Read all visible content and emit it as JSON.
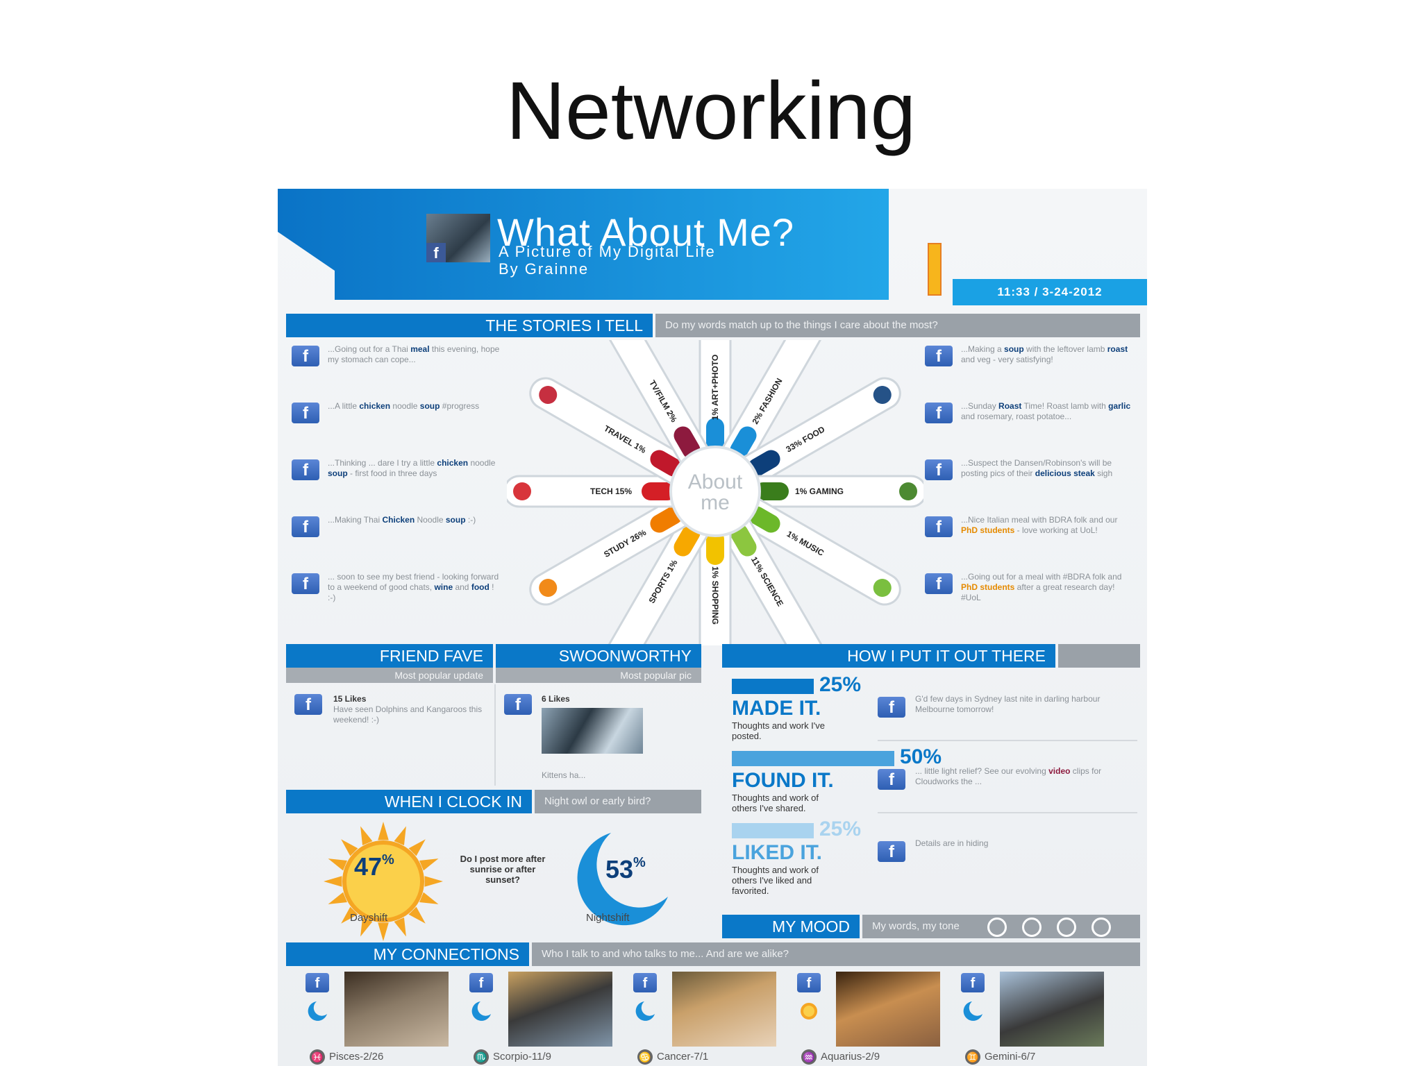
{
  "slide": {
    "title": "Networking"
  },
  "header": {
    "title": "What About Me?",
    "subtitle": "A Picture of My Digital Life",
    "byline": "By Grainne",
    "datetime": "11:33 / 3-24-2012"
  },
  "stories": {
    "heading": "THE STORIES I TELL",
    "question": "Do my words match up to the things I care about the most?",
    "center_line1": "About",
    "center_line2": "me",
    "left": [
      {
        "pre": "...Going out for a Thai ",
        "kw": "meal",
        "post": " this evening, hope my stomach can cope..."
      },
      {
        "pre": "...A little ",
        "kw": "chicken",
        "mid": " noodle ",
        "kw2": "soup",
        "post": " #progress"
      },
      {
        "pre": "...Thinking ... dare I try a little ",
        "kw": "chicken",
        "mid": " noodle ",
        "kw2": "soup",
        "post": " - first food in three days"
      },
      {
        "pre": "...Making Thai ",
        "kw": "Chicken",
        "mid": " Noodle ",
        "kw2": "soup",
        "post": " :-)"
      },
      {
        "pre": "... soon to see my best friend - looking forward to a weekend of good chats, ",
        "kw": "wine",
        "mid": " and ",
        "kw2": "food",
        "post": " ! :-)"
      }
    ],
    "right": [
      {
        "pre": "...Making a ",
        "kw": "soup",
        "mid": " with the leftover lamb ",
        "kw2": "roast",
        "post": " and veg - very satisfying!"
      },
      {
        "pre": "...Sunday ",
        "kw": "Roast",
        "mid": " Time! Roast lamb with ",
        "kw2": "garlic",
        "post": " and rosemary, roast potatoe..."
      },
      {
        "pre": "...Suspect the Dansen/Robinson's will be posting pics of their ",
        "kw": "delicious",
        "mid": " ",
        "kw2": "steak",
        "post": " sigh"
      },
      {
        "pre": "...Nice Italian meal with BDRA folk and our ",
        "kw": "PhD students",
        "post": " - love working at UoL!"
      },
      {
        "pre": "...Going out for a meal with #BDRA folk and ",
        "kw": "PhD students",
        "post": " after a great research day! #UoL"
      }
    ],
    "petals": [
      {
        "label": "1% ART+PHOTO",
        "color": "#1a8fd8",
        "angle": -90,
        "icon": "camera-icon"
      },
      {
        "label": "2% FASHION",
        "color": "#1a8fd8",
        "angle": -60,
        "icon": "hanger-icon"
      },
      {
        "label": "33% FOOD",
        "color": "#0d3f7a",
        "angle": -30,
        "icon": "cart-icon"
      },
      {
        "label": "1% GAMING",
        "color": "#3a7d1c",
        "angle": 0,
        "icon": "invader-icon"
      },
      {
        "label": "1% MUSIC",
        "color": "#6cb82a",
        "angle": 30,
        "icon": "note-icon"
      },
      {
        "label": "11% SCIENCE",
        "color": "#8cc63f",
        "angle": 60,
        "icon": "flask-icon"
      },
      {
        "label": "1% SHOPPING",
        "color": "#f2c200",
        "angle": 90,
        "icon": "basket-icon"
      },
      {
        "label": "SPORTS 1%",
        "color": "#f7a800",
        "angle": 120,
        "icon": "trophy-icon"
      },
      {
        "label": "STUDY 26%",
        "color": "#f07d00",
        "angle": 150,
        "icon": "mortarboard-icon"
      },
      {
        "label": "TECH 15%",
        "color": "#d41f26",
        "angle": 180,
        "icon": "laptop-icon"
      },
      {
        "label": "TRAVEL 1%",
        "color": "#c0182b",
        "angle": 210,
        "icon": "plane-icon"
      },
      {
        "label": "TV/FILM 2%",
        "color": "#8d1a3e",
        "angle": 240,
        "icon": "tv-icon"
      }
    ]
  },
  "friend_fave": {
    "heading": "FRIEND FAVE",
    "sub": "Most popular update",
    "likes": "15 Likes",
    "text": "Have seen Dolphins and Kangaroos this weekend! :-)"
  },
  "swoonworthy": {
    "heading": "SWOONWORTHY",
    "sub": "Most popular pic",
    "likes": "6 Likes",
    "caption": "Kittens ha..."
  },
  "clock": {
    "heading": "WHEN I CLOCK IN",
    "question": "Night owl or early bird?",
    "day_pct": "47",
    "night_pct": "53",
    "pct_sign": "%",
    "day_label": "Dayshift",
    "night_label": "Nightshift",
    "prompt": "Do I post more after sunrise or after sunset?",
    "day_value": 47,
    "night_value": 53
  },
  "out_there": {
    "heading": "HOW I PUT IT OUT THERE",
    "rows": [
      {
        "pct": "25%",
        "value": 25,
        "title": "MADE IT.",
        "desc": "Thoughts and work I've posted.",
        "post": "G'd few days in Sydney last nite in darling harbour Melbourne tomorrow!",
        "bar": "#0a78c8"
      },
      {
        "pct": "50%",
        "value": 50,
        "title": "FOUND IT.",
        "desc": "Thoughts and work of others I've shared.",
        "post": "... little light relief? See our evolving ",
        "post_kw": "video",
        "post_end": " clips for Cloudworks the ...",
        "bar": "#4aa3dd"
      },
      {
        "pct": "25%",
        "value": 25,
        "title": "LIKED IT.",
        "desc": "Thoughts and work of others I've liked and favorited.",
        "post": "Details are in hiding",
        "bar": "#a9d3ef"
      }
    ]
  },
  "mood": {
    "heading": "MY MOOD",
    "sub": "My words, my tone"
  },
  "connections": {
    "heading": "MY CONNECTIONS",
    "question": "Who I talk to and who talks to me... And are we alike?",
    "people": [
      {
        "sign": "Pisces-2/26",
        "glyph": "♓"
      },
      {
        "sign": "Scorpio-11/9",
        "glyph": "♏"
      },
      {
        "sign": "Cancer-7/1",
        "glyph": "♋"
      },
      {
        "sign": "Aquarius-2/9",
        "glyph": "♒"
      },
      {
        "sign": "Gemini-6/7",
        "glyph": "♊"
      }
    ]
  },
  "colors": {
    "primary": "#0a78c8",
    "accent": "#1aa1e4",
    "facebook": "#3b5998",
    "sun": "#f7b51c"
  }
}
